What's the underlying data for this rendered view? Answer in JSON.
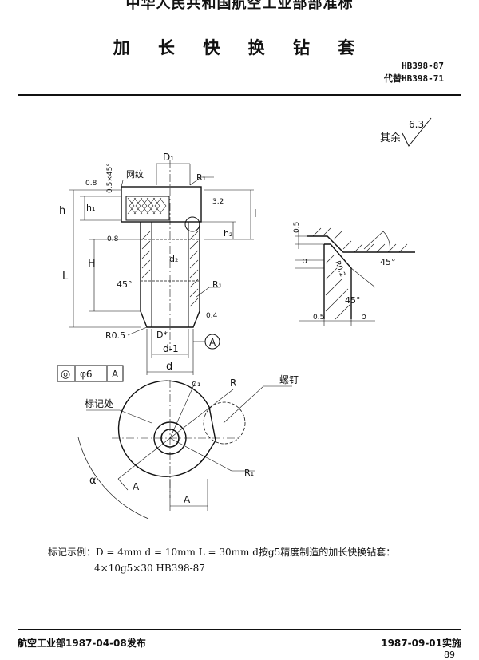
{
  "header": {
    "standard_org": "中华人民共和国航空工业部部准标",
    "title": "加 长 快 换 钻 套",
    "std_no": "HB398-87",
    "replaces": "代替HB398-71"
  },
  "drawing": {
    "surface_rest": "其余",
    "surface_rest_value": "6.3",
    "knurl": "网纹",
    "chamfer": "0.5×45°",
    "ra_08": "0.8",
    "ra_32": "3.2",
    "ra_04": "0.4",
    "dim_D1": "D₁",
    "dim_R1": "R₁",
    "dim_R": "R",
    "dim_h": "h",
    "dim_h1": "h₁",
    "dim_h2": "h₂",
    "dim_H": "H",
    "dim_L": "L",
    "dim_l": "l",
    "dim_d2": "d₂",
    "dim_d1": "d₁",
    "dim_d": "d",
    "dim_D": "D*",
    "dim_d_1": "d-1",
    "dim_R05": "R0.5",
    "dim_045": "0.5",
    "dim_b": "b",
    "dim_R02": "R0.2",
    "dim_A": "A",
    "dim_alpha": "α",
    "angle_45": "45°",
    "datum": "A",
    "tol_symbol": "◎",
    "tol_value": "φ6",
    "tol_datum": "A",
    "label_screw": "螺钉",
    "label_marking": "标记处"
  },
  "example": {
    "line1": "标记示例：D = 4mm   d = 10mm   L = 30mm   d按g5精度制造的加长快换钻套：",
    "line2": "4×10g5×30   HB398-87"
  },
  "footer": {
    "issued": "航空工业部1987-04-08发布",
    "effective": "1987-09-01实施",
    "page": "89"
  }
}
